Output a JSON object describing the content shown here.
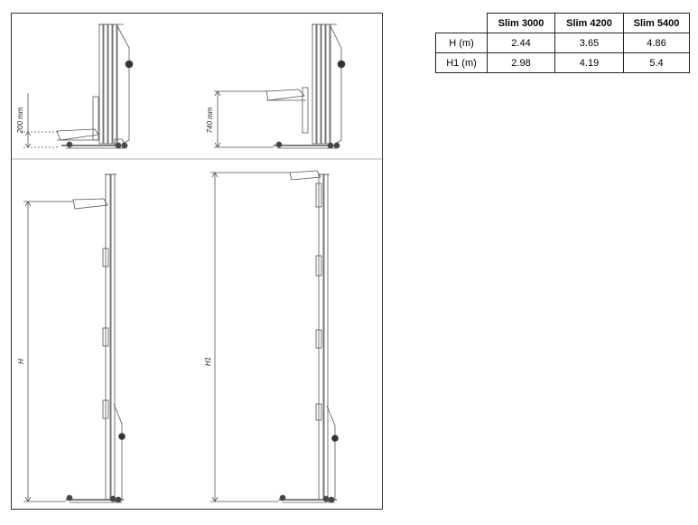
{
  "figure": {
    "dimension_labels": {
      "low_height": "200 mm",
      "loading_height": "740 mm",
      "platform_height": "H",
      "total_height": "H1"
    }
  },
  "spec_table": {
    "columns": [
      "Slim 3000",
      "Slim 4200",
      "Slim 5400"
    ],
    "rows": [
      {
        "label": "H (m)",
        "values": [
          "2.44",
          "3.65",
          "4.86"
        ]
      },
      {
        "label": "H1 (m)",
        "values": [
          "2.98",
          "4.19",
          "5.4"
        ]
      }
    ]
  }
}
